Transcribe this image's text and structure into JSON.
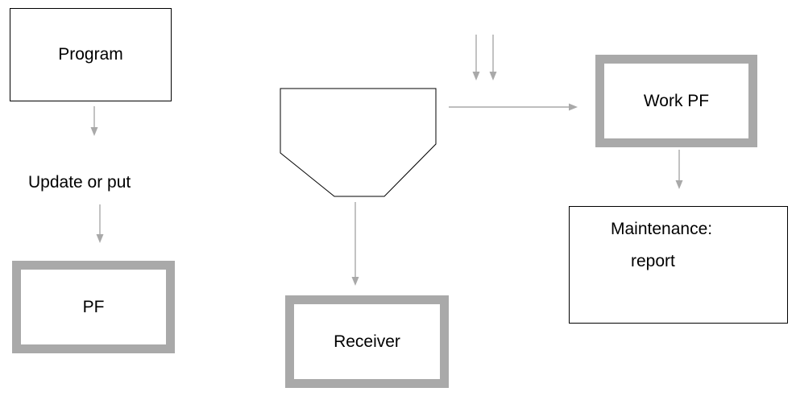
{
  "colors": {
    "background": "#ffffff",
    "thin_border": "#000000",
    "thick_border": "#a9a9a9",
    "arrow": "#a9a9a9",
    "text": "#000000"
  },
  "nodes": {
    "program": {
      "label": "Program"
    },
    "update_label": {
      "label": "Update or put"
    },
    "pf": {
      "label": "PF"
    },
    "work_pf": {
      "label": "Work PF"
    },
    "maintenance": {
      "line1": "Maintenance:",
      "line2": "report"
    },
    "receiver": {
      "label": "Receiver"
    },
    "funnel": {
      "shape": "hopper"
    }
  }
}
